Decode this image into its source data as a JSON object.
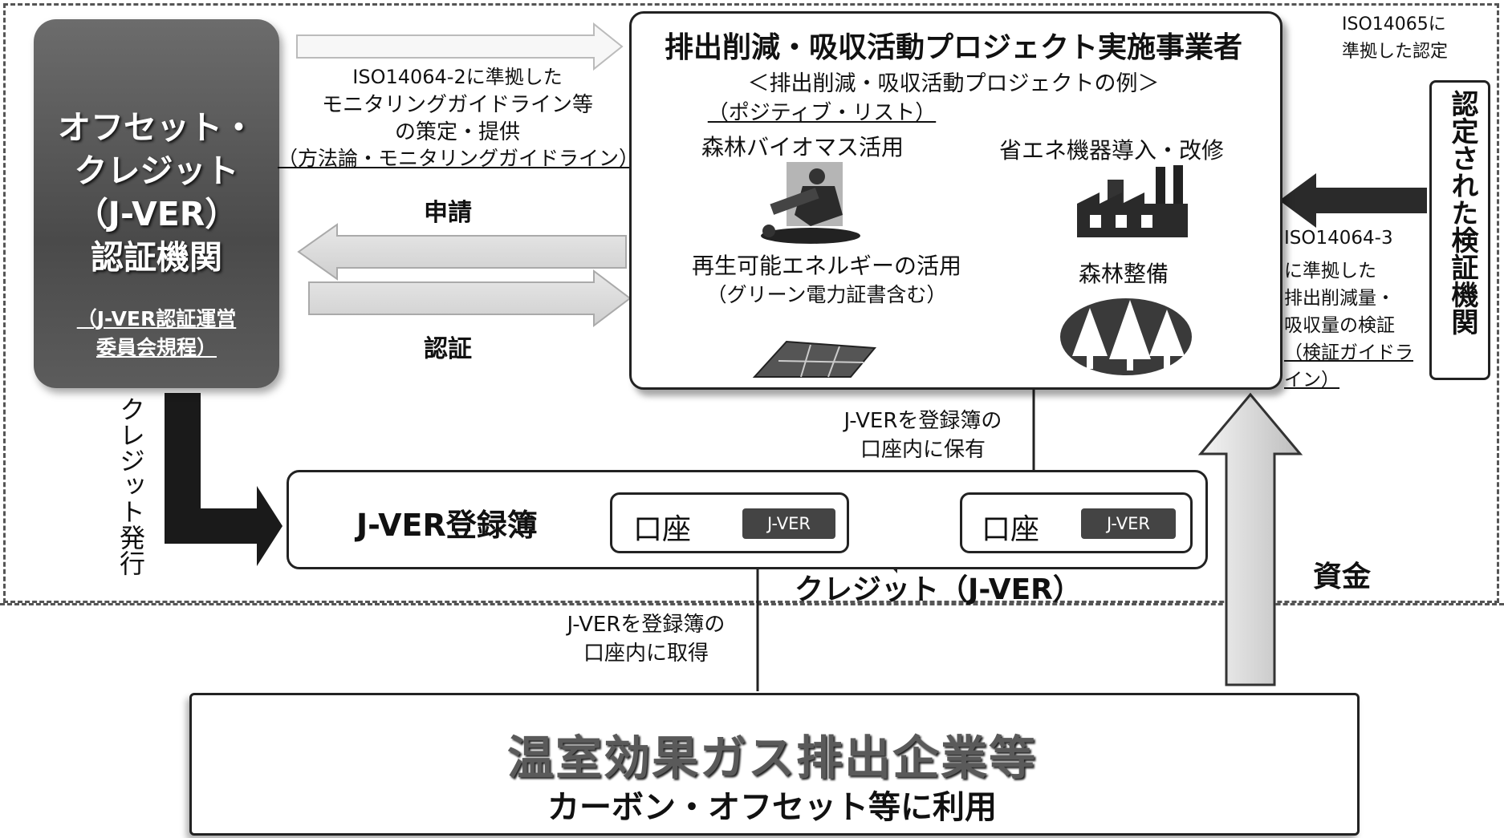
{
  "certifier": {
    "title": "オフセット・\nクレジット\n（J-VER）\n認証機関",
    "rule": "（J-VER認証運営\n委員会規程）"
  },
  "guideline_note": {
    "line1": "ISO14064-2に準拠した",
    "line2": "モニタリングガイドライン等",
    "line3": "の策定・提供",
    "line4": "（方法論・モニタリングガイドライン）"
  },
  "application_label": "申請",
  "certification_label": "認証",
  "credit_issue_label": "クレジット発行",
  "project": {
    "title": "排出削減・吸収活動プロジェクト実施事業者",
    "subtitle": "＜排出削減・吸収活動プロジェクトの例＞",
    "positive_list": "（ポジティブ・リスト）",
    "examples": [
      {
        "label": "森林バイオマス活用",
        "icon": "chainsaw-worker-icon"
      },
      {
        "label": "省エネ機器導入・改修",
        "icon": "factory-icon"
      },
      {
        "label": "再生可能エネルギーの活用",
        "sub": "（グリーン電力証書含む）",
        "icon": "solar-panel-icon"
      },
      {
        "label": "森林整備",
        "icon": "forest-icon"
      }
    ]
  },
  "iso14065": {
    "line1": "ISO14065に",
    "line2": "準拠した認定"
  },
  "verifier": {
    "title": "認定された検証機関",
    "note": [
      "ISO14064-3",
      "に準拠した",
      "排出削減量・",
      "吸収量の検証",
      "（検証ガイドラ",
      "イン）"
    ]
  },
  "hold_note": {
    "line1": "J-VERを登録簿の",
    "line2": "口座内に保有"
  },
  "registry": {
    "title": "J-VER登録簿",
    "account_label": "口座",
    "tag": "J-VER"
  },
  "credit_flow_label": "クレジット（J-VER）",
  "funds_label": "資金",
  "acquire_note": {
    "line1": "J-VERを登録簿の",
    "line2": "口座内に取得"
  },
  "company": {
    "title": "温室効果ガス排出企業等",
    "subtitle": "カーボン・オフセット等に利用"
  }
}
